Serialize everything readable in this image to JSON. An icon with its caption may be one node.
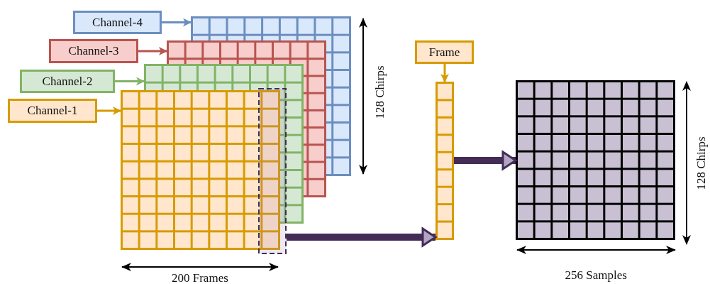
{
  "diagram": {
    "nodes": [
      {
        "text": [
          "Channel-4"
        ]
      },
      {
        "text": [
          "Channel-3"
        ]
      },
      {
        "text": [
          "Channel-2"
        ]
      },
      {
        "text": [
          "Channel-1"
        ]
      },
      {
        "text": [],
        "shape": "grid"
      },
      {
        "text": [],
        "shape": "grid"
      },
      {
        "text": [],
        "shape": "grid"
      },
      {
        "text": [],
        "shape": "grid"
      },
      {
        "text": [],
        "shape": "box"
      },
      {
        "text": [
          "Frame"
        ]
      },
      {
        "text": [],
        "shape": "bar"
      },
      {
        "text": [],
        "shape": "grid"
      }
    ],
    "edges": [
      {
        "from": 0,
        "to": 4,
        "arrow": "to",
        "color": "#6c8ebf"
      },
      {
        "from": 1,
        "to": 5,
        "arrow": "to",
        "color": "#b85450"
      },
      {
        "from": 2,
        "to": 6,
        "arrow": "to",
        "color": "#82b366"
      },
      {
        "from": 3,
        "to": 7,
        "arrow": "to",
        "color": "#d79b00"
      },
      {
        "from": 8,
        "to": 10,
        "arrow": "to",
        "style": "thick",
        "color": "#432d57"
      },
      {
        "from": 9,
        "to": 10,
        "arrow": "to",
        "color": "#d79b00"
      },
      {
        "from": 10,
        "to": 11,
        "arrow": "to",
        "style": "thick",
        "color": "#432d57"
      }
    ],
    "labels": [
      "128 Chirps",
      "128 Chirps",
      "200 Frames",
      "256 Samples"
    ]
  }
}
